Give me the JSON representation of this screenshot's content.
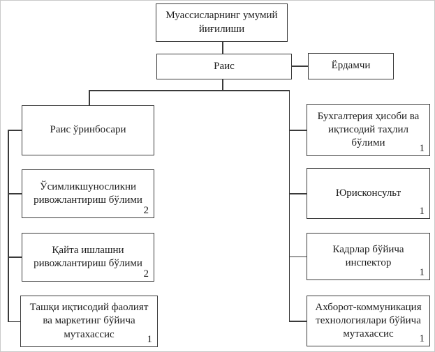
{
  "diagram": {
    "type": "org-chart",
    "language": "uz-Cyrl",
    "nodes": {
      "general_meeting": {
        "label": "Муассисларнинг умумий йиғилиши"
      },
      "chairman": {
        "label": "Раис"
      },
      "assistant": {
        "label": "Ёрдамчи"
      },
      "deputy_chairman": {
        "label": "Раис ўринбосари"
      },
      "crop_science_dept": {
        "label": "Ўсимликшуносликни ривожлантириш бўлими",
        "count": "2"
      },
      "processing_dept": {
        "label": "Қайта ишлашни ривожлантириш бўлими",
        "count": "2"
      },
      "foreign_marketing_specialist": {
        "label": "Ташқи иқтисодий фаолият ва маркетинг бўйича мутахассис",
        "count": "1"
      },
      "accounting_dept": {
        "label": "Бухгалтерия ҳисоби ва иқтисодий таҳлил бўлими",
        "count": "1"
      },
      "legal_counsel": {
        "label": "Юрисконсульт",
        "count": "1"
      },
      "hr_inspector": {
        "label": "Кадрлар бўйича инспектор",
        "count": "1"
      },
      "ict_specialist": {
        "label": "Ахборот-коммуникация технологиялари бўйича мутахассис",
        "count": "1"
      }
    },
    "colors": {
      "line": "#3a3a3a",
      "text": "#1c1c1c",
      "background": "#ffffff"
    }
  }
}
